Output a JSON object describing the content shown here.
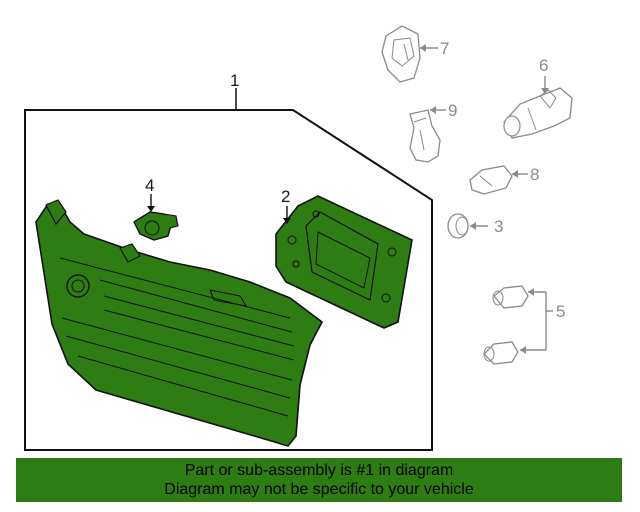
{
  "diagram": {
    "callouts": [
      {
        "id": "1",
        "label": "1"
      },
      {
        "id": "2",
        "label": "2"
      },
      {
        "id": "3",
        "label": "3"
      },
      {
        "id": "4",
        "label": "4"
      },
      {
        "id": "5",
        "label": "5"
      },
      {
        "id": "6",
        "label": "6"
      },
      {
        "id": "7",
        "label": "7"
      },
      {
        "id": "8",
        "label": "8"
      },
      {
        "id": "9",
        "label": "9"
      }
    ],
    "colors": {
      "highlight_green": "#2e7d12",
      "line_gray": "#8a8a8a",
      "outline_dark": "#111111"
    }
  },
  "banner": {
    "line1": "Part or sub-assembly is #1 in diagram",
    "line2": "Diagram may not be specific to your vehicle"
  }
}
